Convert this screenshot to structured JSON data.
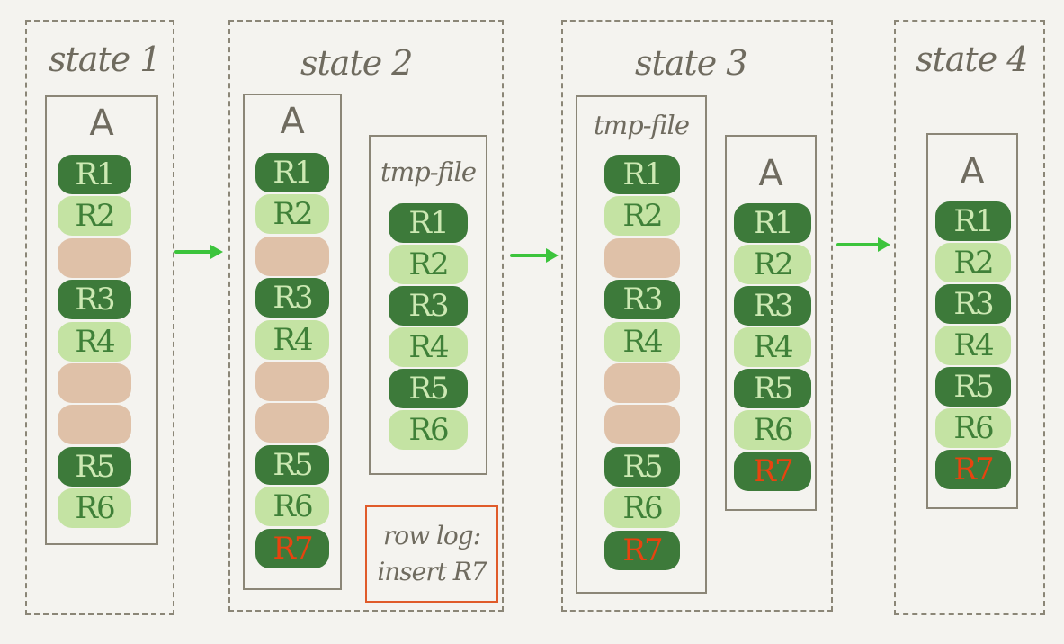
{
  "states": [
    {
      "title": "state 1"
    },
    {
      "title": "state 2"
    },
    {
      "title": "state 3"
    },
    {
      "title": "state 4"
    }
  ],
  "tables": {
    "s1_a": {
      "title": "A",
      "rows": [
        {
          "label": "R1",
          "kind": "dark"
        },
        {
          "label": "R2",
          "kind": "light"
        },
        {
          "label": "",
          "kind": "empty"
        },
        {
          "label": "R3",
          "kind": "dark"
        },
        {
          "label": "R4",
          "kind": "light"
        },
        {
          "label": "",
          "kind": "empty"
        },
        {
          "label": "",
          "kind": "empty"
        },
        {
          "label": "R5",
          "kind": "dark"
        },
        {
          "label": "R6",
          "kind": "light"
        }
      ]
    },
    "s2_a": {
      "title": "A",
      "rows": [
        {
          "label": "R1",
          "kind": "dark"
        },
        {
          "label": "R2",
          "kind": "light"
        },
        {
          "label": "",
          "kind": "empty"
        },
        {
          "label": "R3",
          "kind": "dark"
        },
        {
          "label": "R4",
          "kind": "light"
        },
        {
          "label": "",
          "kind": "empty"
        },
        {
          "label": "",
          "kind": "empty"
        },
        {
          "label": "R5",
          "kind": "dark"
        },
        {
          "label": "R6",
          "kind": "light"
        },
        {
          "label": "R7",
          "kind": "new"
        }
      ]
    },
    "s2_tmp": {
      "title": "tmp-file",
      "rows": [
        {
          "label": "R1",
          "kind": "dark"
        },
        {
          "label": "R2",
          "kind": "light"
        },
        {
          "label": "R3",
          "kind": "dark"
        },
        {
          "label": "R4",
          "kind": "light"
        },
        {
          "label": "R5",
          "kind": "dark"
        },
        {
          "label": "R6",
          "kind": "light"
        }
      ]
    },
    "s3_tmp": {
      "title": "tmp-file",
      "rows": [
        {
          "label": "R1",
          "kind": "dark"
        },
        {
          "label": "R2",
          "kind": "light"
        },
        {
          "label": "",
          "kind": "empty"
        },
        {
          "label": "R3",
          "kind": "dark"
        },
        {
          "label": "R4",
          "kind": "light"
        },
        {
          "label": "",
          "kind": "empty"
        },
        {
          "label": "",
          "kind": "empty"
        },
        {
          "label": "R5",
          "kind": "dark"
        },
        {
          "label": "R6",
          "kind": "light"
        },
        {
          "label": "R7",
          "kind": "new"
        }
      ]
    },
    "s3_a": {
      "title": "A",
      "rows": [
        {
          "label": "R1",
          "kind": "dark"
        },
        {
          "label": "R2",
          "kind": "light"
        },
        {
          "label": "R3",
          "kind": "dark"
        },
        {
          "label": "R4",
          "kind": "light"
        },
        {
          "label": "R5",
          "kind": "dark"
        },
        {
          "label": "R6",
          "kind": "light"
        },
        {
          "label": "R7",
          "kind": "new"
        }
      ]
    },
    "s4_a": {
      "title": "A",
      "rows": [
        {
          "label": "R1",
          "kind": "dark"
        },
        {
          "label": "R2",
          "kind": "light"
        },
        {
          "label": "R3",
          "kind": "dark"
        },
        {
          "label": "R4",
          "kind": "light"
        },
        {
          "label": "R5",
          "kind": "dark"
        },
        {
          "label": "R6",
          "kind": "light"
        },
        {
          "label": "R7",
          "kind": "new"
        }
      ]
    }
  },
  "rowlog": {
    "line1": "row log:",
    "line2": "insert R7"
  },
  "colors": {
    "dark_row": "#3d7a3a",
    "light_row": "#c4e3a3",
    "empty_row": "#dfc1a8",
    "new_label": "#e8430f",
    "arrow": "#3cc43c",
    "rowlog_border": "#e05b2a"
  }
}
